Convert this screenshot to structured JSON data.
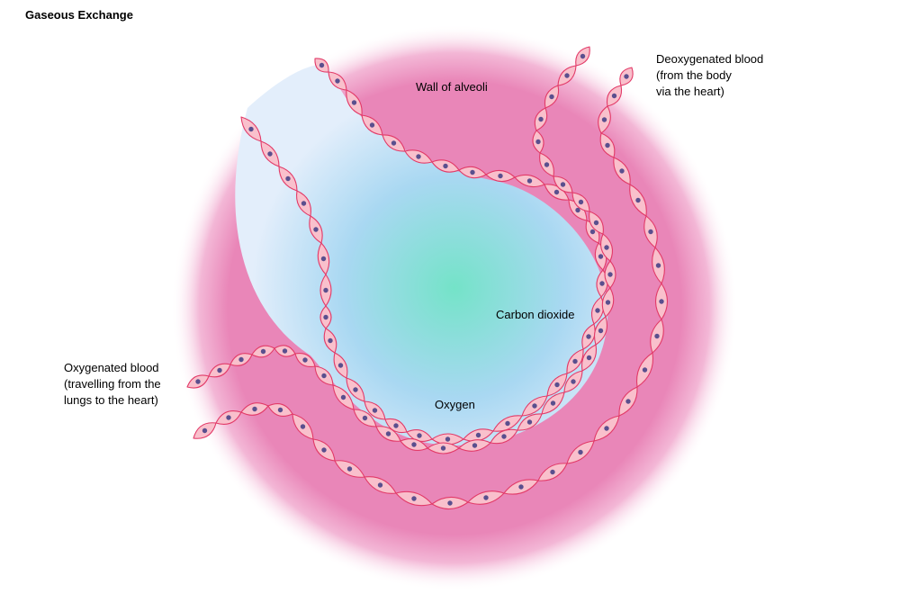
{
  "title": "Gaseous Exchange",
  "labels": {
    "wall_of_alveoli": "Wall of alveoli",
    "carbon_dioxide": "Carbon dioxide",
    "oxygen": "Oxygen",
    "deoxygenated": [
      "Deoxygenated blood",
      "(from the body",
      "via the heart)"
    ],
    "oxygenated": [
      "Oxygenated blood",
      "(travelling from the",
      "lungs to the heart)"
    ]
  },
  "colors": {
    "tissue": "#e986b8",
    "tissue_edge": "#f8dcea",
    "air_center": "#74e3c8",
    "air_mid": "#a9d8f2",
    "air_edge": "#e3eefb",
    "cell_fill": "#f9c0cc",
    "cell_stroke": "#e23a68",
    "nucleus": "#5a4f8e"
  }
}
